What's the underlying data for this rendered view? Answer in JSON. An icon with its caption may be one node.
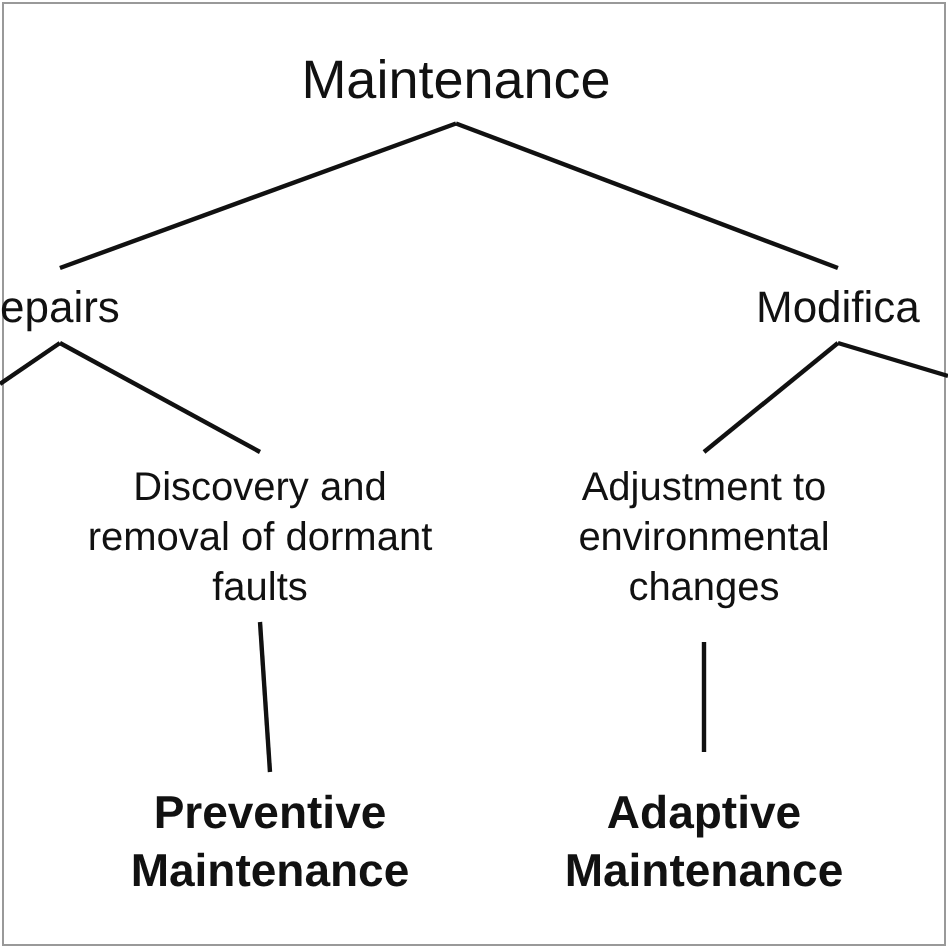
{
  "diagram": {
    "nodes": [
      {
        "text": [
          "Maintenance"
        ]
      },
      {
        "text": [
          "epairs"
        ]
      },
      {
        "text": [
          "Modifica"
        ]
      },
      {
        "text": [
          "Discovery and removal of dormant faults"
        ]
      },
      {
        "text": [
          "Adjustment to environmental changes"
        ]
      },
      {
        "text": [
          "Preventive Maintenance"
        ]
      },
      {
        "text": [
          "Adaptive Maintenance"
        ]
      }
    ],
    "edges": [
      {
        "from": 0,
        "to": 1,
        "arrow": "none"
      },
      {
        "from": 0,
        "to": 2,
        "arrow": "none"
      },
      {
        "from": 1,
        "to": null,
        "arrow": "none"
      },
      {
        "from": 1,
        "to": 3,
        "arrow": "none"
      },
      {
        "from": 2,
        "to": 4,
        "arrow": "none"
      },
      {
        "from": 2,
        "to": null,
        "arrow": "none"
      },
      {
        "from": 3,
        "to": 5,
        "arrow": "none"
      },
      {
        "from": 4,
        "to": 6,
        "arrow": "none"
      }
    ]
  }
}
